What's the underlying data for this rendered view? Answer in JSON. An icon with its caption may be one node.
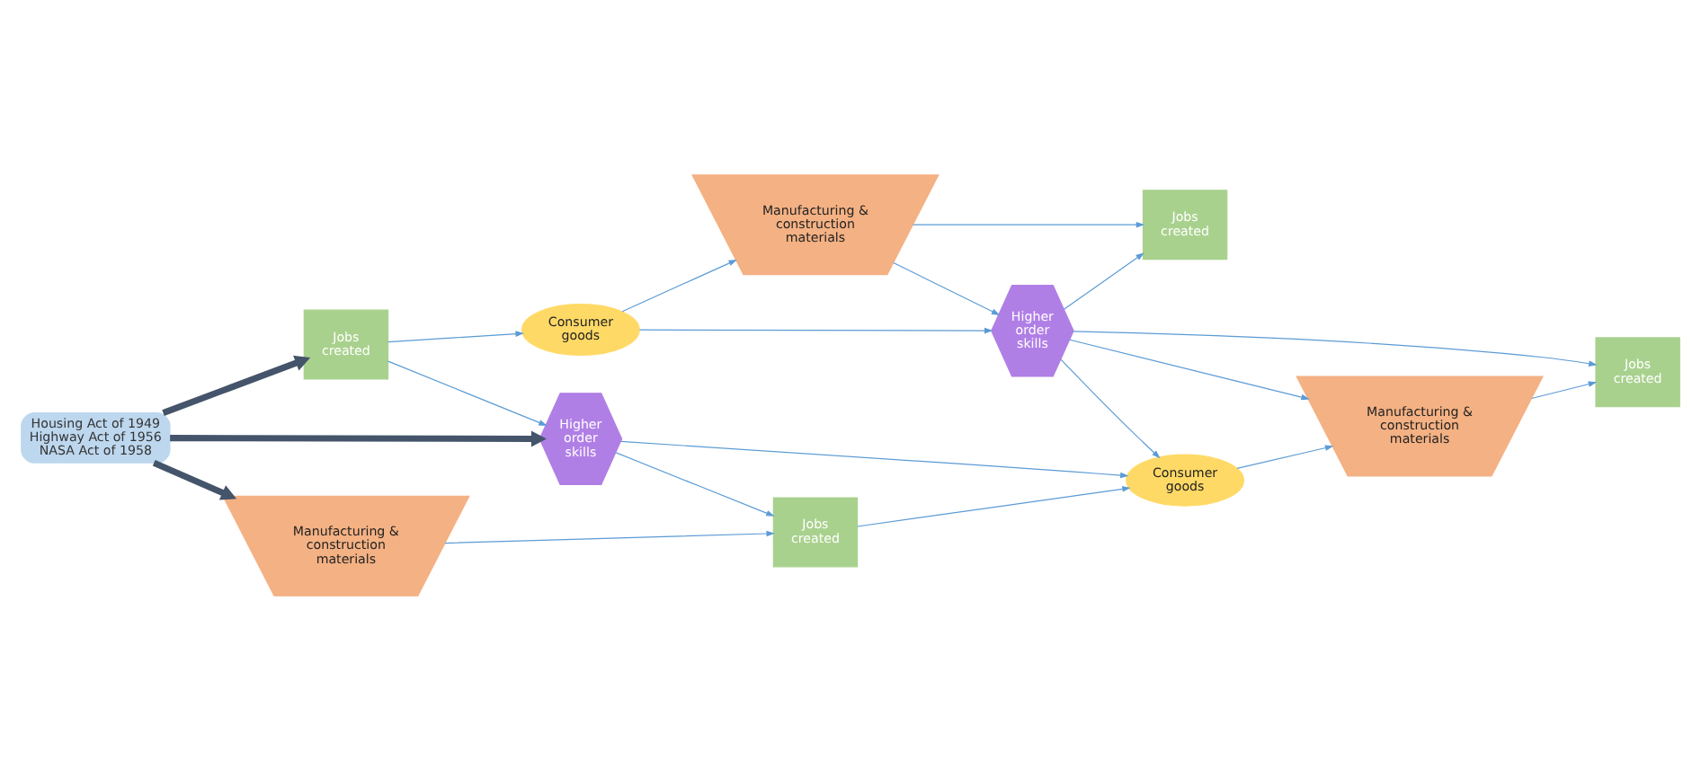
{
  "diagram": {
    "nodes": [
      {
        "text": [
          "Housing Act of 1949",
          "Highway Act of 1956",
          "NASA Act of 1958"
        ]
      },
      {
        "text": [
          "Jobs created"
        ]
      },
      {
        "text": [
          "Consumer goods"
        ]
      },
      {
        "text": [
          "Manufacturing & construction materials"
        ]
      },
      {
        "text": [
          "Jobs created"
        ]
      },
      {
        "text": [
          "Higher order skills"
        ]
      },
      {
        "text": [
          "Higher order skills"
        ]
      },
      {
        "text": [
          "Manufacturing & construction materials"
        ]
      },
      {
        "text": [
          "Jobs created"
        ]
      },
      {
        "text": [
          "Consumer goods"
        ]
      },
      {
        "text": [
          "Manufacturing & construction materials"
        ]
      },
      {
        "text": [
          "Jobs created"
        ]
      }
    ],
    "edges": [
      {
        "from": 0,
        "to": 1,
        "arrow": "to",
        "style": "thick",
        "color": "#44546a"
      },
      {
        "from": 0,
        "to": 5,
        "arrow": "to",
        "style": "thick",
        "color": "#44546a"
      },
      {
        "from": 0,
        "to": 7,
        "arrow": "to",
        "style": "thick",
        "color": "#44546a"
      },
      {
        "from": 1,
        "to": 2,
        "arrow": "to"
      },
      {
        "from": 2,
        "to": 3,
        "arrow": "to"
      },
      {
        "from": 3,
        "to": 4,
        "arrow": "to"
      },
      {
        "from": 1,
        "to": 5,
        "arrow": "to"
      },
      {
        "from": 2,
        "to": 6,
        "arrow": "to"
      },
      {
        "from": 3,
        "to": 6,
        "arrow": "to"
      },
      {
        "from": 6,
        "to": 4,
        "arrow": "to"
      },
      {
        "from": 5,
        "to": 8,
        "arrow": "to"
      },
      {
        "from": 5,
        "to": 9,
        "arrow": "to"
      },
      {
        "from": 7,
        "to": 8,
        "arrow": "to"
      },
      {
        "from": 8,
        "to": 9,
        "arrow": "to"
      },
      {
        "from": 9,
        "to": 10,
        "arrow": "to"
      },
      {
        "from": 10,
        "to": 11,
        "arrow": "to"
      },
      {
        "from": 6,
        "to": 9,
        "arrow": "to"
      },
      {
        "from": 6,
        "to": 10,
        "arrow": "to"
      },
      {
        "from": 6,
        "to": 11,
        "arrow": "to"
      }
    ]
  }
}
